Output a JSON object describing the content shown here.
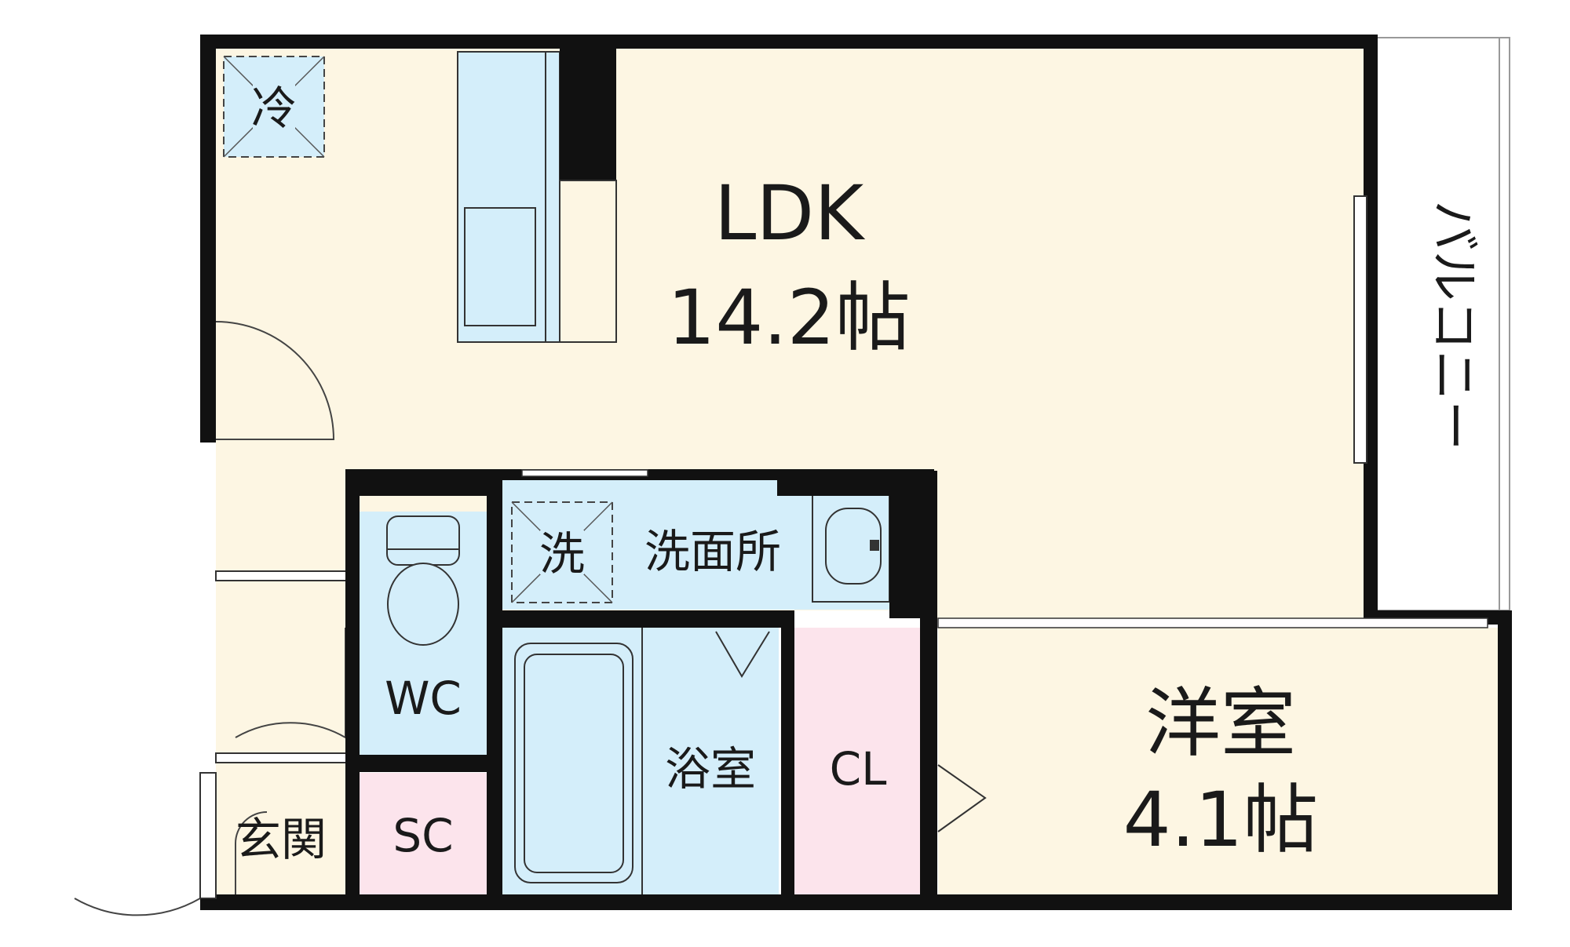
{
  "rooms": {
    "ldk": {
      "name": "LDK",
      "size": "14.2帖"
    },
    "western": {
      "name": "洋室",
      "size": "4.1帖"
    },
    "washroom": {
      "name": "洗面所"
    },
    "bath": {
      "name": "浴室"
    },
    "toilet": {
      "name": "WC"
    },
    "shoe_closet": {
      "name": "SC"
    },
    "closet": {
      "name": "CL"
    },
    "entrance": {
      "name": "玄関"
    },
    "balcony": {
      "name": "バルコニー"
    }
  },
  "symbols": {
    "fridge": {
      "label": "冷",
      "icon": "fridge-space-icon"
    },
    "washer": {
      "label": "洗",
      "icon": "washer-space-icon"
    }
  },
  "colors": {
    "wall": "#111111",
    "ldk_floor": "#fdf6e3",
    "wet_area": "#d4eefa",
    "closet": "#fce4ec",
    "balcony": "#ffffff"
  }
}
